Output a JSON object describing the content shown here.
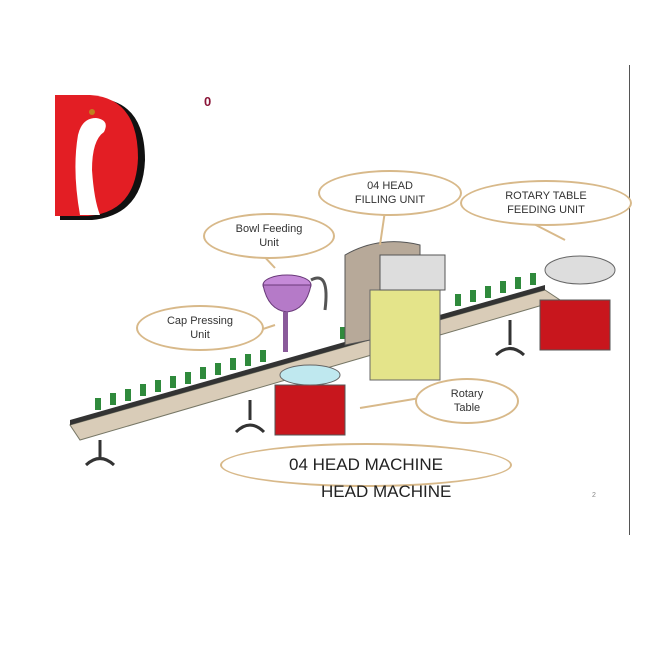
{
  "slide": {
    "title_fragment": "0",
    "callouts": {
      "filling_unit": [
        "04 HEAD",
        "FILLING UNIT"
      ],
      "rotary_feeding": [
        "ROTARY TABLE",
        "FEEDING UNIT"
      ],
      "bowl_feeding": [
        "Bowl Feeding",
        "Unit"
      ],
      "cap_pressing": [
        "Cap Pressing",
        "Unit"
      ],
      "rotary_table": [
        "Rotary",
        "Table"
      ]
    },
    "machine_title": "04 HEAD MACHINE",
    "machine_subtitle": "HEAD MACHINE",
    "page_number": "2"
  },
  "colors": {
    "logo_red": "#e31e24",
    "frame": "#d8b98a",
    "bottle": "#2f8a3c",
    "cabinet": "#c8161d"
  }
}
